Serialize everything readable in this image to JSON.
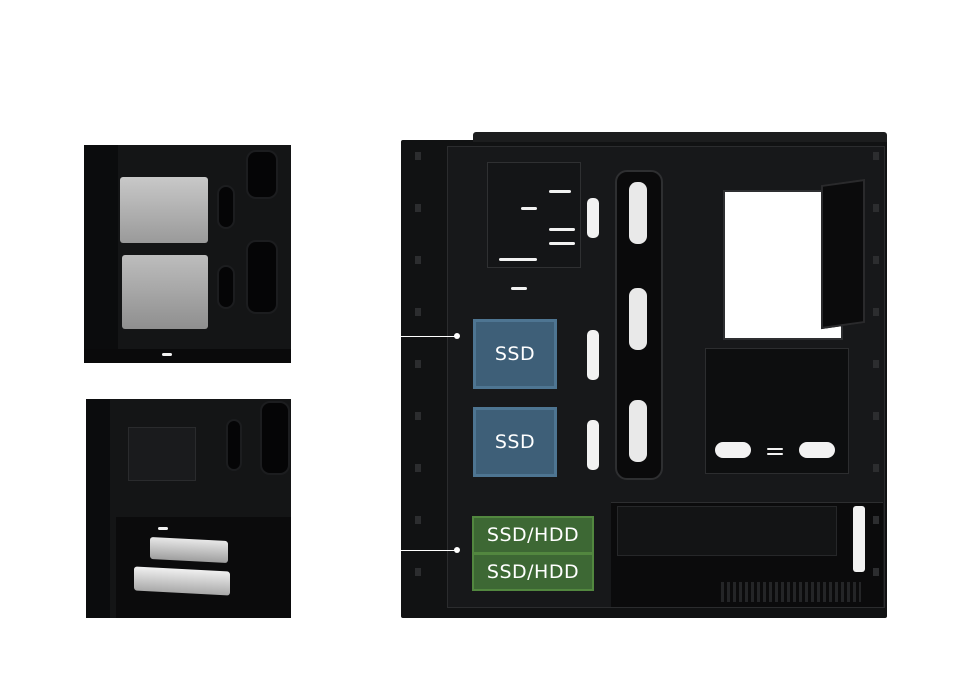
{
  "labels": {
    "ssd_top": "SSD",
    "ssd_bottom": "SSD",
    "ssd_hdd_top": "SSD/HDD",
    "ssd_hdd_bottom": "SSD/HDD"
  },
  "colors": {
    "ssd_fill": "#3e5f78",
    "hdd_fill": "#3d6834",
    "case_body": "#141516",
    "background": "#ffffff"
  }
}
